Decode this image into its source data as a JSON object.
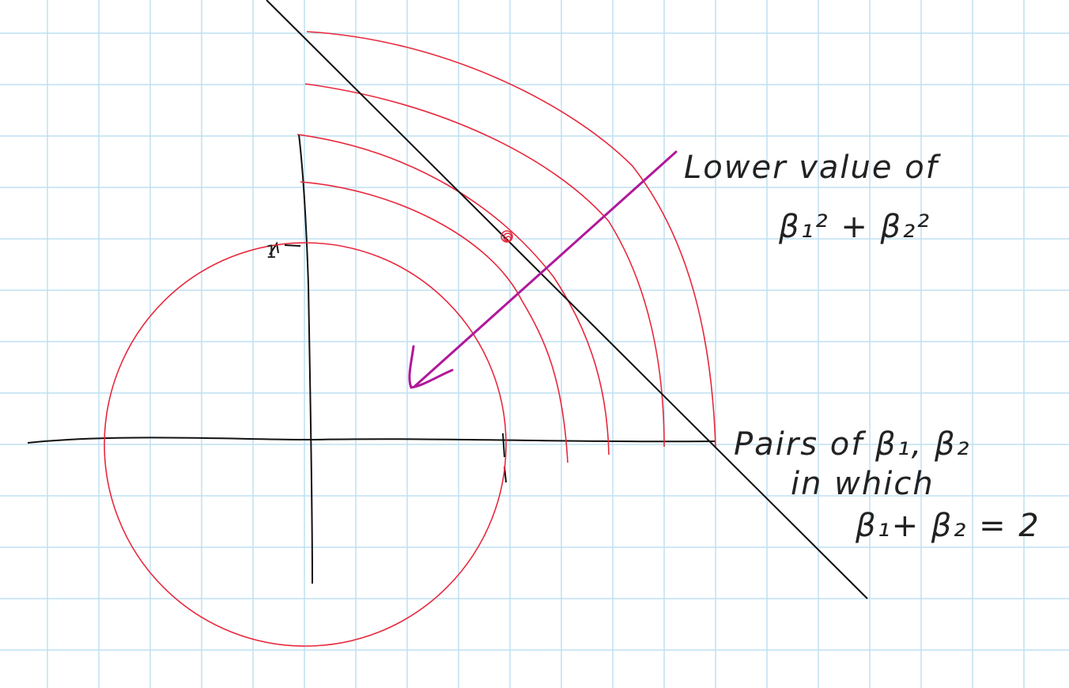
{
  "diagram": {
    "colors": {
      "grid": "#bfe0f2",
      "axes": "#111111",
      "contours": "#e8283c",
      "arrow": "#b0189a",
      "constraint_line": "#111111"
    },
    "axes": {
      "tick_label": "1"
    },
    "annotations": {
      "lower_value_line1": "Lower value of",
      "lower_value_line2": "β₁² + β₂²",
      "pairs_line1": "Pairs of β₁, β₂",
      "pairs_line2": "in which",
      "pairs_line3": "β₁+ β₂ = 2"
    },
    "elements": {
      "unit_circle": "circle-contour",
      "contour_arcs": 4,
      "constraint": "β₁ + β₂ = 2",
      "arrow_icon": "arrow-icon"
    }
  }
}
